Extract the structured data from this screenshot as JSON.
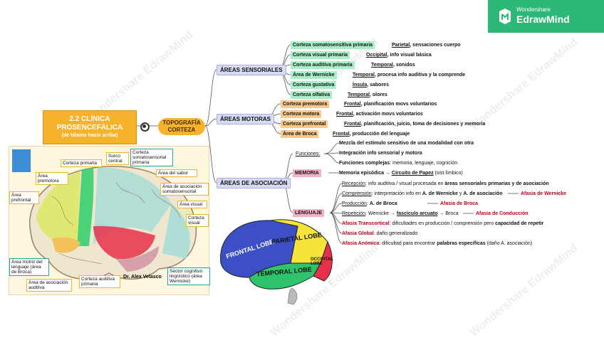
{
  "brand": {
    "line1": "Wondershare",
    "line2": "EdrawMind",
    "watermark": "Wondershare EdrawMind"
  },
  "root": {
    "title_l1": "2.2 CLÍNICA",
    "title_l2": "PROSENCEFÁLICA",
    "subtitle": "(de tálamo hacia arriba)"
  },
  "topo": {
    "l1": "TOPOGRAFÍA",
    "l2": "CORTEZA"
  },
  "sections": {
    "sensoriales": "ÁREAS SENSORIALES",
    "motoras": "ÁREAS MOTORAS",
    "asociacion": "ÁREAS DE ASOCIACIÓN"
  },
  "sensoriales": [
    {
      "label": "Corteza somatosensitiva primaria",
      "u": "Parietal",
      "rest": ", sensaciones cuerpo"
    },
    {
      "label": "Corteza visual primaria",
      "u": "Occipital",
      "rest": ", info visual básica"
    },
    {
      "label": "Corteza auditiva primaria",
      "u": "Temporal",
      "rest": ", sonidos"
    },
    {
      "label": "Área de Wernicke",
      "u": "Temporal",
      "rest": ", procesa info auditiva y la comprende"
    },
    {
      "label": "Corteza gustativa",
      "u": "Ínsula",
      "rest": ", sabores"
    },
    {
      "label": "Corteza olfativa",
      "u": "Temporal",
      "rest": ", olores"
    }
  ],
  "motoras": [
    {
      "label": "Corteza premotora",
      "u": "Frontal",
      "rest": ", planificación movs voluntarios"
    },
    {
      "label": "Corteza motora",
      "u": "Frontal",
      "rest": ", activación movs voluntarios"
    },
    {
      "label": "Corteza prefrontal",
      "u": "Frontal",
      "rest": ", planificación, juicio, toma de decisiones y memoria"
    },
    {
      "label": "Área de Broca",
      "u": "Frontal",
      "rest": ", producción del lenguaje"
    }
  ],
  "asociacion": {
    "funciones": "Funciones:",
    "f1": "Mezcla del estímulo sensitivo de una modalidad con otra",
    "f2": "Integración info sensorial y motora",
    "f3a": "Funciones complejas",
    "f3b": ": memoria, lenguaje, cognición",
    "memoria": "MEMORIA",
    "m1a": "Memoria episódica → ",
    "m1b": "Circuito de Papez",
    "m1c": " (sist límbico)",
    "lenguaje": "LENGUAJE",
    "l1a": "Recepción",
    "l1b": ": info auditiva / visual procesada en ",
    "l1c": "áreas sensoriales primarias y de asociación",
    "l2a": "Comprensión",
    "l2b": ": interpretación info en ",
    "l2c": "A. de Wernicke",
    "l2d": " y ",
    "l2e": "A. de asociación",
    "l2f": "Afasia de Wernicke",
    "l3a": "Producción",
    "l3b": ": ",
    "l3c": "A. de Broca",
    "l3d": "Afasia de Broca",
    "l4a": "Repetición",
    "l4b": ": Wernicke → ",
    "l4c": "fascículo arcuato",
    "l4d": " → Broca",
    "l4e": "Afasia de Conducción",
    "l5a": "Afasia Transcortical",
    "l5b": ": dificultades en producción / comprensión pero ",
    "l5c": "capacidad de repetir",
    "l6a": "Afasia Global",
    "l6b": ": daño generalizado",
    "l7a": "Afasia Anómica",
    "l7b": ": dificultad para encontrar ",
    "l7c": "palabras específicas",
    "l7d": " (daño A. asociación)"
  },
  "brain_left": {
    "corteza_primaria": "Corteza primaria",
    "surco": "Surco central",
    "somato": "Corteza somatosensorial primaria",
    "premotora": "Área premotora",
    "sabor": "Área del sabor",
    "asoc_somato": "Área de asociación somatosensorial",
    "prefrontal": "Área prefrontal",
    "area_visual": "Área visual",
    "corteza_visual": "Corteza visual",
    "motriz": "Área motriz del lenguaje (área de Broca)",
    "asoc_aud": "Área de asociación auditiva",
    "aud_primaria": "Corteza auditiva primaria",
    "sector": "Sector cognitivo lingüístico (área Wernicke)",
    "author": "Dr. Alex Velasco"
  },
  "brain_right": {
    "frontal": "FRONTAL LOBE",
    "parietal": "PARIETAL LOBE",
    "occipital": "OCCIPITAL LOBE",
    "temporal": "TEMPORAL LOBE"
  },
  "colors": {
    "root": "#f6b22a",
    "section": "#d7dcf4",
    "sensorial": "#a8f0c8",
    "motora": "#f9c98d",
    "asoc": "#f3b3c6",
    "accent": "#2db87a",
    "red": "#c0001a"
  }
}
